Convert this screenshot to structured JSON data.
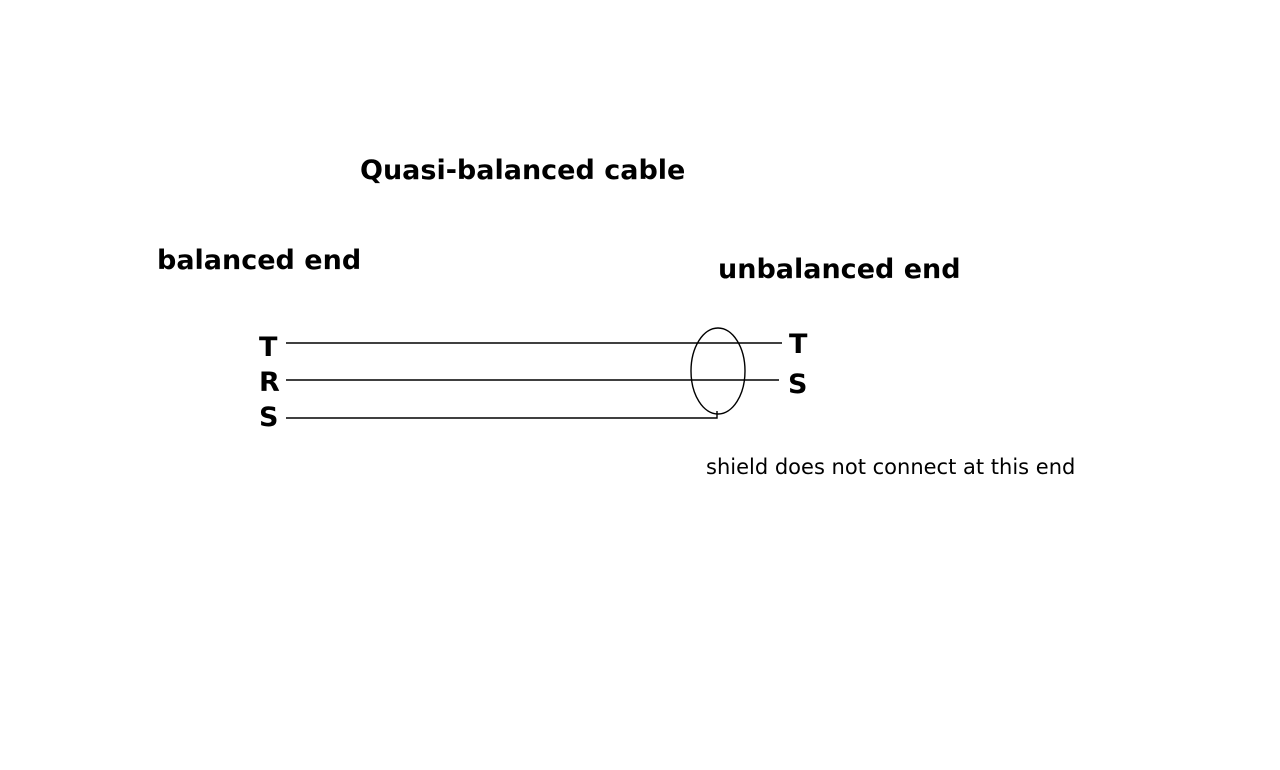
{
  "title": "Quasi-balanced cable",
  "balanced_end": {
    "label": "balanced end",
    "pins": {
      "tip": "T",
      "ring": "R",
      "sleeve": "S"
    }
  },
  "unbalanced_end": {
    "label": "unbalanced end",
    "pins": {
      "tip": "T",
      "sleeve": "S"
    }
  },
  "note": "shield does not connect at this end",
  "colors": {
    "background": "#ffffff",
    "ink": "#000000"
  }
}
